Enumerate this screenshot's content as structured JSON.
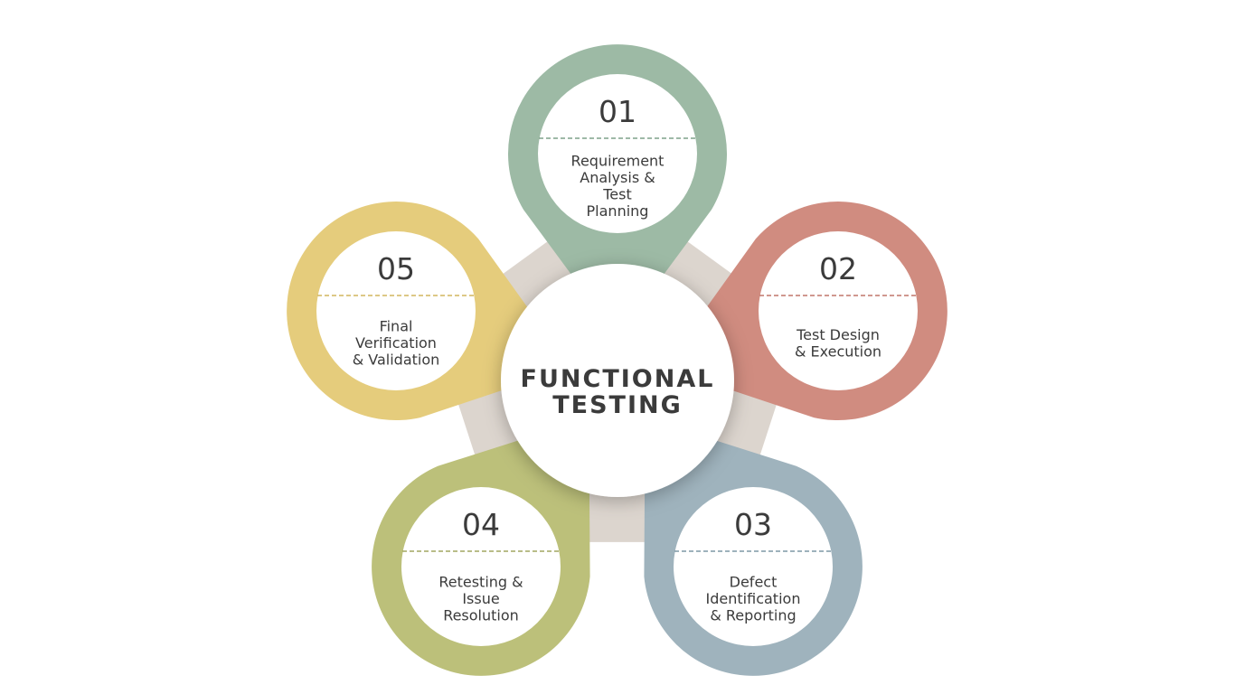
{
  "center": {
    "line1": "FUNCTIONAL",
    "line2": "TESTING"
  },
  "steps": [
    {
      "number": "01",
      "lines": [
        "Requirement",
        "Analysis &",
        "Test",
        "Planning"
      ],
      "color": "#9dbaa5",
      "dash": "#7fa28a"
    },
    {
      "number": "02",
      "lines": [
        "Test Design",
        "& Execution"
      ],
      "color": "#d08c80",
      "dash": "#c0766a"
    },
    {
      "number": "03",
      "lines": [
        "Defect",
        "Identification",
        "& Reporting"
      ],
      "color": "#9fb3bd",
      "dash": "#7f98a5"
    },
    {
      "number": "04",
      "lines": [
        "Retesting &",
        "Issue",
        "Resolution"
      ],
      "color": "#bcc07a",
      "dash": "#a2a760"
    },
    {
      "number": "05",
      "lines": [
        "Final",
        "Verification",
        "& Validation"
      ],
      "color": "#e5cc7c",
      "dash": "#d2b55e"
    }
  ],
  "colors": {
    "pentagon": "#dcd5ce",
    "text": "#3b3b3b"
  }
}
